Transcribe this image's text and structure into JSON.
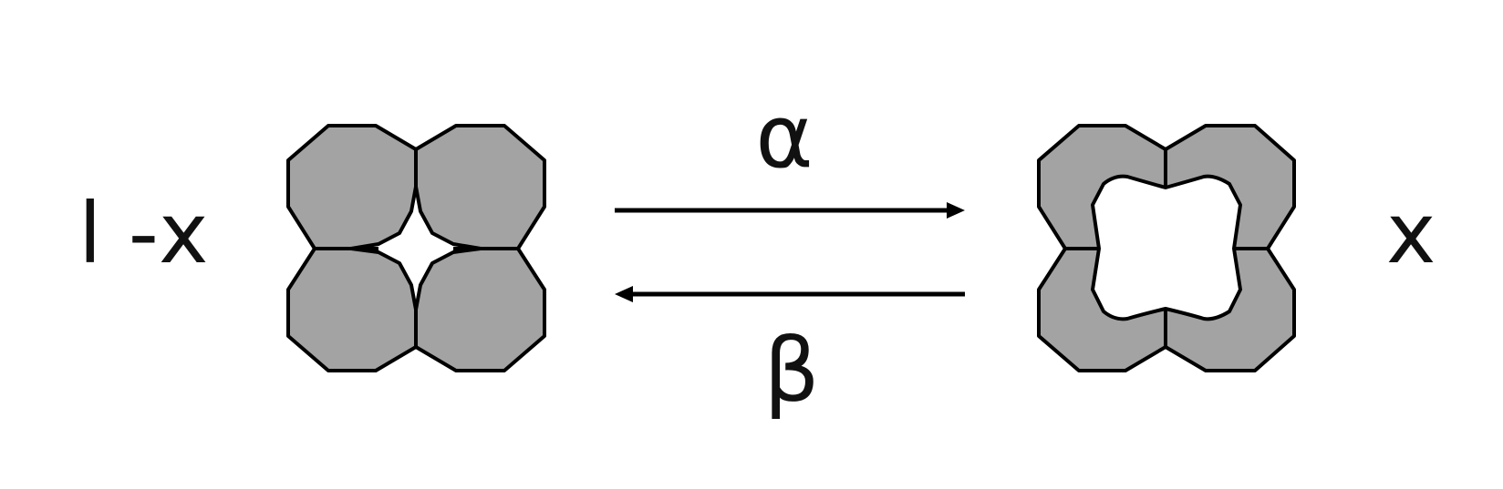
{
  "labels": {
    "left_state": "l -x",
    "right_state": "x",
    "forward_rate": "α",
    "backward_rate": "β"
  },
  "colors": {
    "cell_fill": "#a3a3a3",
    "pore_fill": "#ffffff",
    "stroke": "#000000",
    "text": "#111111"
  }
}
